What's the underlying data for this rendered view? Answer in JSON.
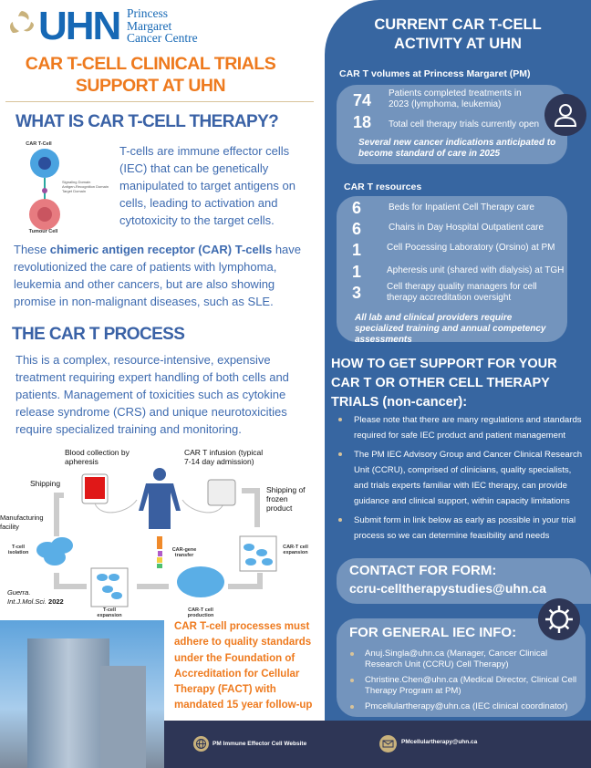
{
  "logo": {
    "brand": "UHN",
    "lines": [
      "Princess",
      "Margaret",
      "Cancer Centre"
    ]
  },
  "title": [
    "CAR T-CELL CLINICAL TRIALS",
    "SUPPORT AT UHN"
  ],
  "what": {
    "heading": "WHAT IS CAR T-CELL THERAPY?",
    "intro": "T-cells are immune effector cells (IEC) that can be genetically manipulated to target antigens on cells, leading to activation and cytotoxicity to the target cells.",
    "p_pre": "These ",
    "p_bold": "chimeric antigen receptor (CAR) T-cells",
    "p_post": " have revolutionized the care of patients with lymphoma, leukemia and other cancers, but are also showing promise in non-malignant diseases, such as SLE.",
    "fig": {
      "top": "CAR T-Cell",
      "d1": "Signaling Domain",
      "d2": "Antigen-Recognition Domain",
      "d3": "Target Domain",
      "bottom": "Tumour Cell"
    }
  },
  "process": {
    "heading": "THE CAR T PROCESS",
    "text": "This is a complex, resource-intensive, expensive treatment requiring expert handling of both cells and patients. Management of toxicities such as cytokine release syndrome (CRS) and unique neurotoxicities require specialized training and monitoring.",
    "diagram": {
      "blood": "Blood collection by apheresis",
      "infusion": "CAR T infusion (typical 7-14 day admission)",
      "shipping": "Shipping",
      "shipping_frozen": "Shipping of frozen product",
      "manufacturing": "Manufacturing facility",
      "isolation": "T-cell isolation",
      "expansion": "T-cell expansion",
      "gene": "CAR-gene transfer",
      "production": "CAR-T cell production",
      "cart_expansion": "CAR-T cell expansion",
      "cite_author": "Guerra.",
      "cite_journal": "Int.J.Mol.Sci.",
      "cite_year": "2022"
    }
  },
  "quality": "CAR T-cell processes must adhere to quality standards under the Foundation of Accreditation for Cellular Therapy (FACT) with mandated 15 year follow-up",
  "activity": {
    "heading": [
      "CURRENT CAR T-CELL",
      "ACTIVITY AT  UHN"
    ],
    "volumes_heading": "CAR T volumes at Princess Margaret (PM)",
    "volumes": [
      {
        "num": "74",
        "label": "Patients completed treatments in 2023 (lymphoma, leukemia)"
      },
      {
        "num": "18",
        "label": "Total cell therapy trials currently open"
      }
    ],
    "volumes_note": "Several new cancer indications anticipated to become standard of care in 2025",
    "resources_heading": "CAR T resources",
    "resources": [
      {
        "num": "6",
        "label": "Beds for Inpatient Cell Therapy care"
      },
      {
        "num": "6",
        "label": "Chairs in Day Hospital Outpatient care"
      },
      {
        "num": "1",
        "label": "Cell Pocessing Laboratory (Orsino) at PM"
      },
      {
        "num": "1",
        "label": "Apheresis unit (shared with dialysis) at TGH"
      },
      {
        "num": "3",
        "label": "Cell therapy quality managers for cell therapy accreditation oversight"
      }
    ],
    "resources_note": "All lab and clinical providers require specialized training and annual competency assessments"
  },
  "support": {
    "heading": "HOW TO GET SUPPORT FOR YOUR CAR T OR OTHER CELL THERAPY TRIALS (non-cancer):",
    "items": [
      "Please note that there are many regulations and standards required for safe IEC product and patient management",
      "The PM IEC Advisory Group and Cancer Clinical Research Unit (CCRU), comprised of clinicians, quality specialists, and trials experts familiar with IEC therapy, can provide guidance and clinical support, within capacity limitations",
      "Submit form in link below as early as possible in your trial process so we can determine feasibility and needs"
    ]
  },
  "contact": {
    "heading": "CONTACT FOR FORM:",
    "email": "ccru-celltherapystudies@uhn.ca"
  },
  "general": {
    "heading": "FOR GENERAL IEC INFO:",
    "items": [
      "Anuj.Singla@uhn.ca (Manager, Cancer Clinical Research Unit (CCRU) Cell Therapy)",
      "Christine.Chen@uhn.ca (Medical Director, Clinical Cell Therapy Program at PM)",
      "Pmcellulartherapy@uhn.ca (IEC clinical coordinator)"
    ]
  },
  "footer": {
    "website": "PM Immune Effector Cell Website",
    "email": "PMcellulartherapy@uhn.ca"
  },
  "colors": {
    "orange": "#ee7a1e",
    "blue": "#3766a1",
    "navy": "#2e3656",
    "gold": "#c9b27c"
  },
  "icons": [
    "person-icon",
    "virus-icon",
    "globe-icon",
    "envelope-icon"
  ]
}
